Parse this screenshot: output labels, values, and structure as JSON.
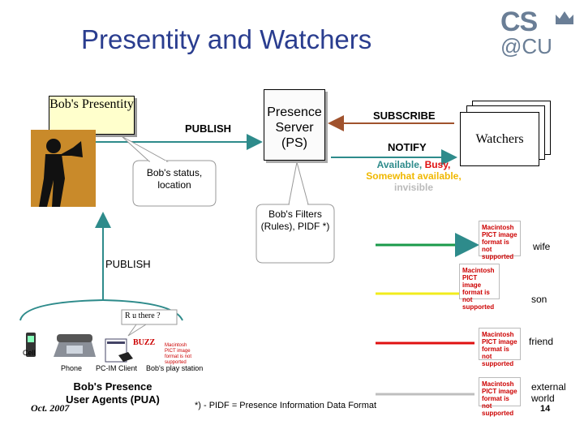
{
  "title": "Presentity and Watchers",
  "logo": {
    "line1": "CS",
    "line2": "@CU"
  },
  "presentity_label": "Bob's Presentity",
  "publish_top": "PUBLISH",
  "publish_left": "PUBLISH",
  "presence_server": "Presence Server (PS)",
  "subscribe": "SUBSCRIBE",
  "notify": "NOTIFY",
  "watchers": "Watchers",
  "bob_status_callout": "Bob's status, location",
  "filters_callout": "Bob's Filters (Rules), PIDF *)",
  "states": {
    "available": "Available, ",
    "busy": "Busy,",
    "somewhat": "Somewhat available,",
    "invisible": "invisible"
  },
  "pict_text": "Macintosh PICT image format is not supported",
  "watcher_list": [
    {
      "label": "wife",
      "color": "#1a9a4a"
    },
    {
      "label": "son",
      "color": "#f2ec1c"
    },
    {
      "label": "friend",
      "color": "#e01010"
    },
    {
      "label": "external world",
      "color": "#bfbfbf"
    }
  ],
  "r_u_there": "R u there ?",
  "buzz": "BUZZ",
  "devices": {
    "cell": "Cell",
    "phone": "Phone",
    "client": "PC-IM Client",
    "station": "Bob's play station"
  },
  "pua_label": "Bob's Presence User Agents (PUA)",
  "footnote": "*) - PIDF = Presence Information Data Format",
  "date": "Oct. 2007",
  "page_number": "14",
  "colors": {
    "title": "#2a3d8f",
    "arrow_brown": "#a0522d",
    "arrow_teal": "#2e8b8b",
    "presentity_bg": "#ffffcc"
  }
}
